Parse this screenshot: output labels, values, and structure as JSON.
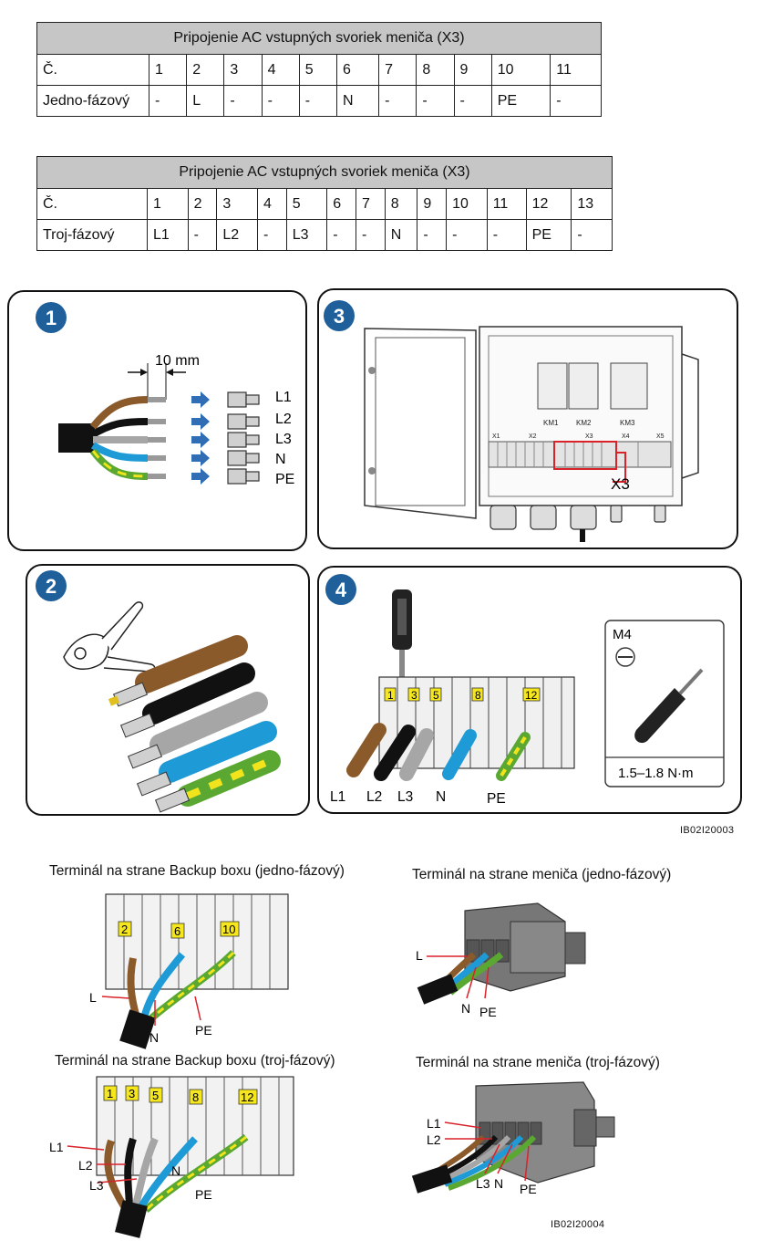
{
  "table1": {
    "title": "Pripojenie AC vstupných svoriek meniča (X3)",
    "row_label_no": "Č.",
    "numbers": [
      "1",
      "2",
      "3",
      "4",
      "5",
      "6",
      "7",
      "8",
      "9",
      "10",
      "11"
    ],
    "row_label_type": "Jedno-fázový",
    "values": [
      "-",
      "L",
      "-",
      "-",
      "-",
      "N",
      "-",
      "-",
      "-",
      "PE",
      "-"
    ]
  },
  "table2": {
    "title": "Pripojenie AC vstupných svoriek meniča (X3)",
    "row_label_no": "Č.",
    "numbers": [
      "1",
      "2",
      "3",
      "4",
      "5",
      "6",
      "7",
      "8",
      "9",
      "10",
      "11",
      "12",
      "13"
    ],
    "row_label_type": "Troj-fázový",
    "values": [
      "L1",
      "-",
      "L2",
      "-",
      "L3",
      "-",
      "-",
      "N",
      "-",
      "-",
      "-",
      "PE",
      "-"
    ]
  },
  "steps": {
    "s1": {
      "number": "1",
      "dimension": "10 mm",
      "wires": [
        "L1",
        "L2",
        "L3",
        "N",
        "PE"
      ]
    },
    "s2": {
      "number": "2"
    },
    "s3": {
      "number": "3",
      "slots": [
        "X1",
        "X2",
        "X3",
        "X4",
        "X5"
      ],
      "callout": "X3",
      "breakers": [
        "KM1",
        "KM2",
        "KM3"
      ]
    },
    "s4": {
      "number": "4",
      "terminals": [
        "1",
        "3",
        "5",
        "8",
        "12"
      ],
      "wires": [
        "L1",
        "L2",
        "L3",
        "N",
        "PE"
      ],
      "tool_size": "M4",
      "torque": "1.5–1.8 N·m"
    }
  },
  "code1": "IB02I20003",
  "captions": {
    "backup_single": "Terminál na strane Backup boxu (jedno-fázový)",
    "inverter_single": "Terminál na strane meniča (jedno-fázový)",
    "backup_three": "Terminál na strane Backup boxu (troj-fázový)",
    "inverter_three": "Terminál na strane meniča (troj-fázový)"
  },
  "backup_single": {
    "terminals": [
      "2",
      "6",
      "10"
    ],
    "labels": [
      "L",
      "N",
      "PE"
    ]
  },
  "inverter_single": {
    "labels": [
      "L",
      "N",
      "PE"
    ]
  },
  "backup_three": {
    "terminals": [
      "1",
      "3",
      "5",
      "8",
      "12"
    ],
    "labels": [
      "L1",
      "L2",
      "L3",
      "N",
      "PE"
    ]
  },
  "inverter_three": {
    "labels": [
      "L1",
      "L2",
      "L3",
      "N",
      "PE"
    ]
  },
  "code2": "IB02I20004",
  "colors": {
    "brown": "#8b5a2b",
    "black": "#111111",
    "grey": "#a6a6a6",
    "blue": "#1e9ad6",
    "green": "#5aa832",
    "yellow": "#f2e41c",
    "arrow": "#2f6db5",
    "badge": "#1f5f9a",
    "label_yellow": "#f5e61e",
    "callout_red": "#d8232a",
    "table_header": "#c6c6c6"
  }
}
